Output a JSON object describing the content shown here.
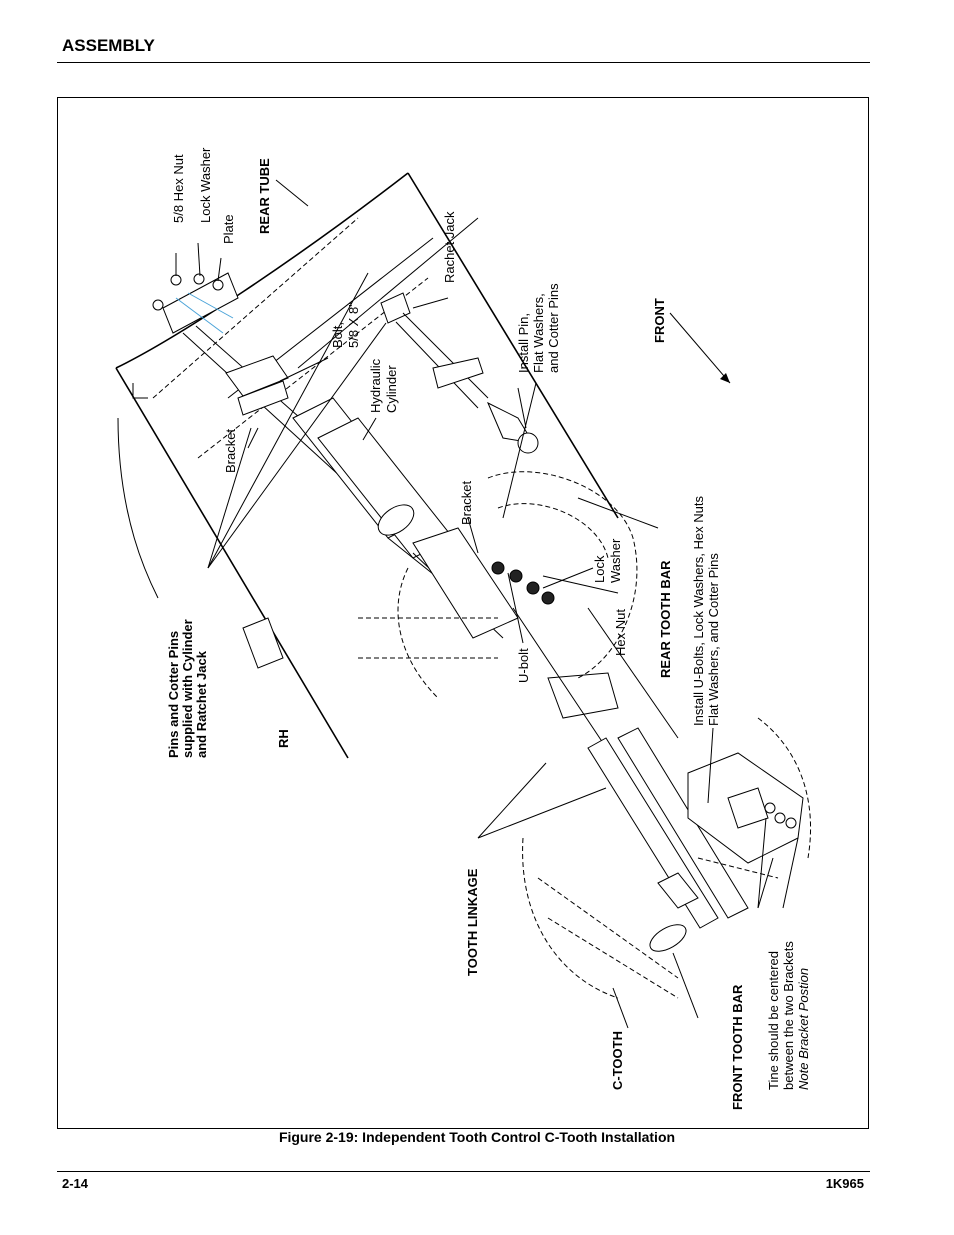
{
  "header": {
    "section_title": "ASSEMBLY"
  },
  "figure": {
    "caption": "Figure 2-19:  Independent Tooth Control C-Tooth Installation",
    "labels": {
      "hex_nut_58": "5/8 Hex Nut",
      "lock_washer_top": "Lock Washer",
      "plate": "Plate",
      "rear_tube": "REAR TUBE",
      "rachet_jack": "Rachet Jack",
      "bolt_line1": "Bolt,",
      "bolt_line2": "5/8 X 8\"",
      "hydraulic_line1": "Hydraulic",
      "hydraulic_line2": "Cylinder",
      "bracket_upper": "Bracket",
      "bracket_mid": "Bracket",
      "install_pin_line1": "Install Pin,",
      "install_pin_line2": "Flat Washers,",
      "install_pin_line3": "and Cotter Pins",
      "front": "FRONT",
      "pins_line1": "Pins and Cotter Pins",
      "pins_line2": "supplied with Cylinder",
      "pins_line3": "and Ratchet Jack",
      "rh": "RH",
      "lock_washer_line1": "Lock",
      "lock_washer_line2": "Washer",
      "hex_nut": "Hex Nut",
      "u_bolt": "U-bolt",
      "rear_tooth_bar": "REAR TOOTH BAR",
      "install_ubolts_line1": "Install U-Bolts, Lock Washers, Hex Nuts",
      "install_ubolts_line2": "Flat Washers, and Cotter Pins",
      "tooth_linkage": "TOOTH LINKAGE",
      "c_tooth": "C-TOOTH",
      "front_tooth_bar": "FRONT TOOTH BAR",
      "tine_line1": "Tine should be centered",
      "tine_line2": "between the two Brackets",
      "tine_line3": "Note Bracket Postion"
    }
  },
  "footer": {
    "page_number": "2-14",
    "document_number": "1K965"
  }
}
